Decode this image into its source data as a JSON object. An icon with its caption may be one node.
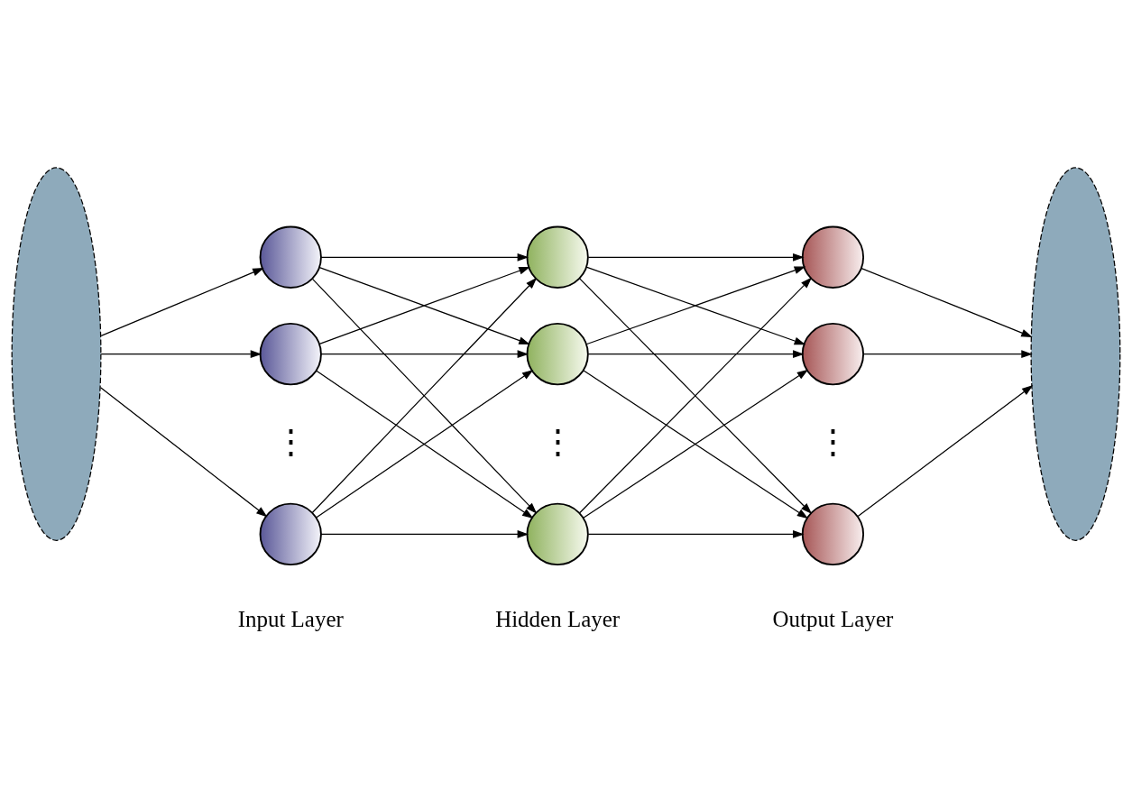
{
  "diagram": {
    "nodes": [
      {
        "text": [],
        "shape": "ellipse"
      },
      {
        "text": [],
        "shape": "circle"
      },
      {
        "text": [],
        "shape": "circle"
      },
      {
        "text": [],
        "shape": "circle"
      },
      {
        "text": [],
        "shape": "circle"
      },
      {
        "text": [],
        "shape": "circle"
      },
      {
        "text": [],
        "shape": "circle"
      },
      {
        "text": [],
        "shape": "circle"
      },
      {
        "text": [],
        "shape": "circle"
      },
      {
        "text": [],
        "shape": "circle"
      },
      {
        "text": [],
        "shape": "ellipse"
      }
    ],
    "edges": [
      {
        "from": 0,
        "to": 1,
        "arrow": "to"
      },
      {
        "from": 0,
        "to": 2,
        "arrow": "to"
      },
      {
        "from": 0,
        "to": 3,
        "arrow": "to"
      },
      {
        "from": 1,
        "to": 4,
        "arrow": "to"
      },
      {
        "from": 1,
        "to": 5,
        "arrow": "to"
      },
      {
        "from": 1,
        "to": 6,
        "arrow": "to"
      },
      {
        "from": 2,
        "to": 4,
        "arrow": "to"
      },
      {
        "from": 2,
        "to": 5,
        "arrow": "to"
      },
      {
        "from": 2,
        "to": 6,
        "arrow": "to"
      },
      {
        "from": 3,
        "to": 4,
        "arrow": "to"
      },
      {
        "from": 3,
        "to": 5,
        "arrow": "to"
      },
      {
        "from": 3,
        "to": 6,
        "arrow": "to"
      },
      {
        "from": 4,
        "to": 7,
        "arrow": "to"
      },
      {
        "from": 4,
        "to": 8,
        "arrow": "to"
      },
      {
        "from": 4,
        "to": 9,
        "arrow": "to"
      },
      {
        "from": 5,
        "to": 7,
        "arrow": "to"
      },
      {
        "from": 5,
        "to": 8,
        "arrow": "to"
      },
      {
        "from": 5,
        "to": 9,
        "arrow": "to"
      },
      {
        "from": 6,
        "to": 7,
        "arrow": "to"
      },
      {
        "from": 6,
        "to": 8,
        "arrow": "to"
      },
      {
        "from": 6,
        "to": 9,
        "arrow": "to"
      },
      {
        "from": 7,
        "to": 10,
        "arrow": "to"
      },
      {
        "from": 8,
        "to": 10,
        "arrow": "to"
      },
      {
        "from": 9,
        "to": 10,
        "arrow": "to"
      }
    ],
    "labels": [
      "⋮",
      "⋮",
      "⋮",
      "Input Layer",
      "Output Layer",
      "Hidden Layer"
    ]
  }
}
